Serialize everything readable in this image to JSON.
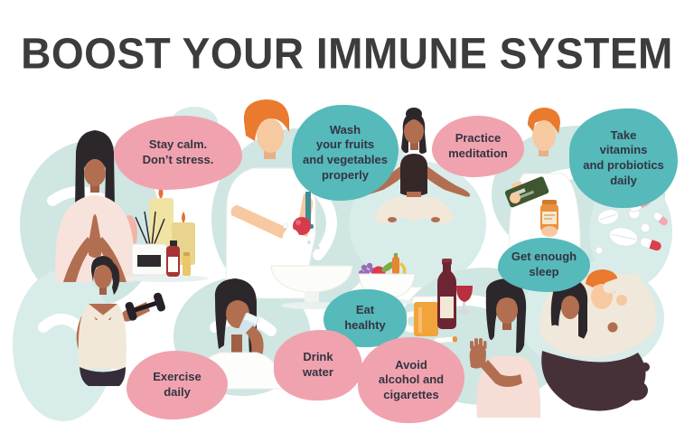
{
  "title": "BOOST YOUR IMMUNE SYSTEM",
  "tips": [
    {
      "id": "stay-calm",
      "label": "Stay calm.\nDon’t stress.",
      "style": "pink"
    },
    {
      "id": "wash-produce",
      "label": "Wash\nyour fruits\nand vegetables\nproperly",
      "style": "teal"
    },
    {
      "id": "practice-meditation",
      "label": "Practice\nmeditation",
      "style": "pink"
    },
    {
      "id": "take-vitamins",
      "label": "Take\nvitamins\nand probiotics\ndaily",
      "style": "teal"
    },
    {
      "id": "get-enough-sleep",
      "label": "Get enough\nsleep",
      "style": "teal"
    },
    {
      "id": "eat-healthy",
      "label": "Eat\nhealhty",
      "style": "teal"
    },
    {
      "id": "drink-water",
      "label": "Drink\nwater",
      "style": "pink"
    },
    {
      "id": "avoid-alcohol",
      "label": "Avoid\nalcohol and\ncigarettes",
      "style": "pink"
    },
    {
      "id": "exercise-daily",
      "label": "Exercise\ndaily",
      "style": "pink"
    }
  ],
  "colors": {
    "background": "#ffffff",
    "title_text": "#3c3c3c",
    "bubble_pink": "#f0a3ae",
    "bubble_teal": "#56b9ba",
    "bubble_text": "#333443",
    "blob_teal": "#cfe6e3",
    "skin_dark": "#b26e51",
    "skin_light": "#f7c9a1",
    "hair_dark": "#2c272b",
    "hair_orange": "#e97a2e",
    "apple_red": "#d63b4c",
    "blanket_brown": "#463139"
  },
  "scene": {
    "illustrations": [
      "praying-woman",
      "aroma-candles-and-oils",
      "man-washing-produce",
      "meditating-woman",
      "man-taking-vitamins",
      "scattered-pills",
      "woman-exercising-with-dumbbell",
      "woman-drinking-water",
      "fruit-bowl",
      "beer-wine-and-cigarette",
      "woman-refusing-gesture",
      "sleeping-couple"
    ]
  }
}
